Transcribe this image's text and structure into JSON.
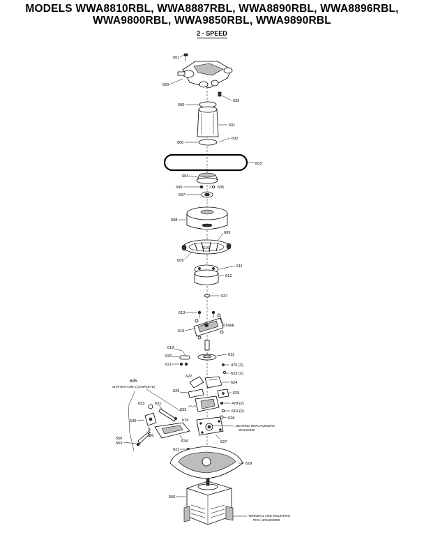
{
  "header": {
    "title_line1": "MODELS WWA8810RBL, WWA8887RBL, WWA8890RBL, WWA8896RBL,",
    "title_line2": "WWA9800RBL, WWA9850RBL, WWA9890RBL",
    "subtitle": "2 - SPEED"
  },
  "labels": {
    "p651": "651",
    "p650": "650",
    "p635": "635",
    "p600a": "600",
    "p601": "601",
    "p602": "602",
    "p600b": "600",
    "p603": "603",
    "p604": "604",
    "p606": "606",
    "p605": "605",
    "p607": "607",
    "p608": "608",
    "p609": "609",
    "p610": "610",
    "p609b": "609",
    "p611": "611",
    "p612": "612",
    "p637": "637",
    "p613": "613",
    "p614a": "614(4)",
    "p615": "615",
    "p611b": "611",
    "p618": "618",
    "p620": "620",
    "p621": "621",
    "p476": "476 (2)",
    "p623": "623 (2)",
    "p622": "622",
    "p624": "624",
    "p645": "645",
    "p625": "625",
    "p626": "626",
    "p478": "478 (2)",
    "p616": "616 (2)",
    "p633": "633",
    "p631": "631",
    "p632": "632",
    "p628": "628",
    "p630": "630",
    "p619": "619",
    "p636": "636",
    "p556": "556",
    "p553": "553",
    "p634": "634",
    "p627": "627",
    "p621b": "621",
    "p629": "629",
    "p550": "550"
  },
  "notes": {
    "shifter": "SHIFTER ASM. (COMPLETE)",
    "bearing_line1": "BEARING REPLACEMENT",
    "bearing_line2": "WH1X0102",
    "terminal_line1": "TERMINAL AND MOUNTING",
    "terminal_line2": "PKG. WH10X0050"
  }
}
